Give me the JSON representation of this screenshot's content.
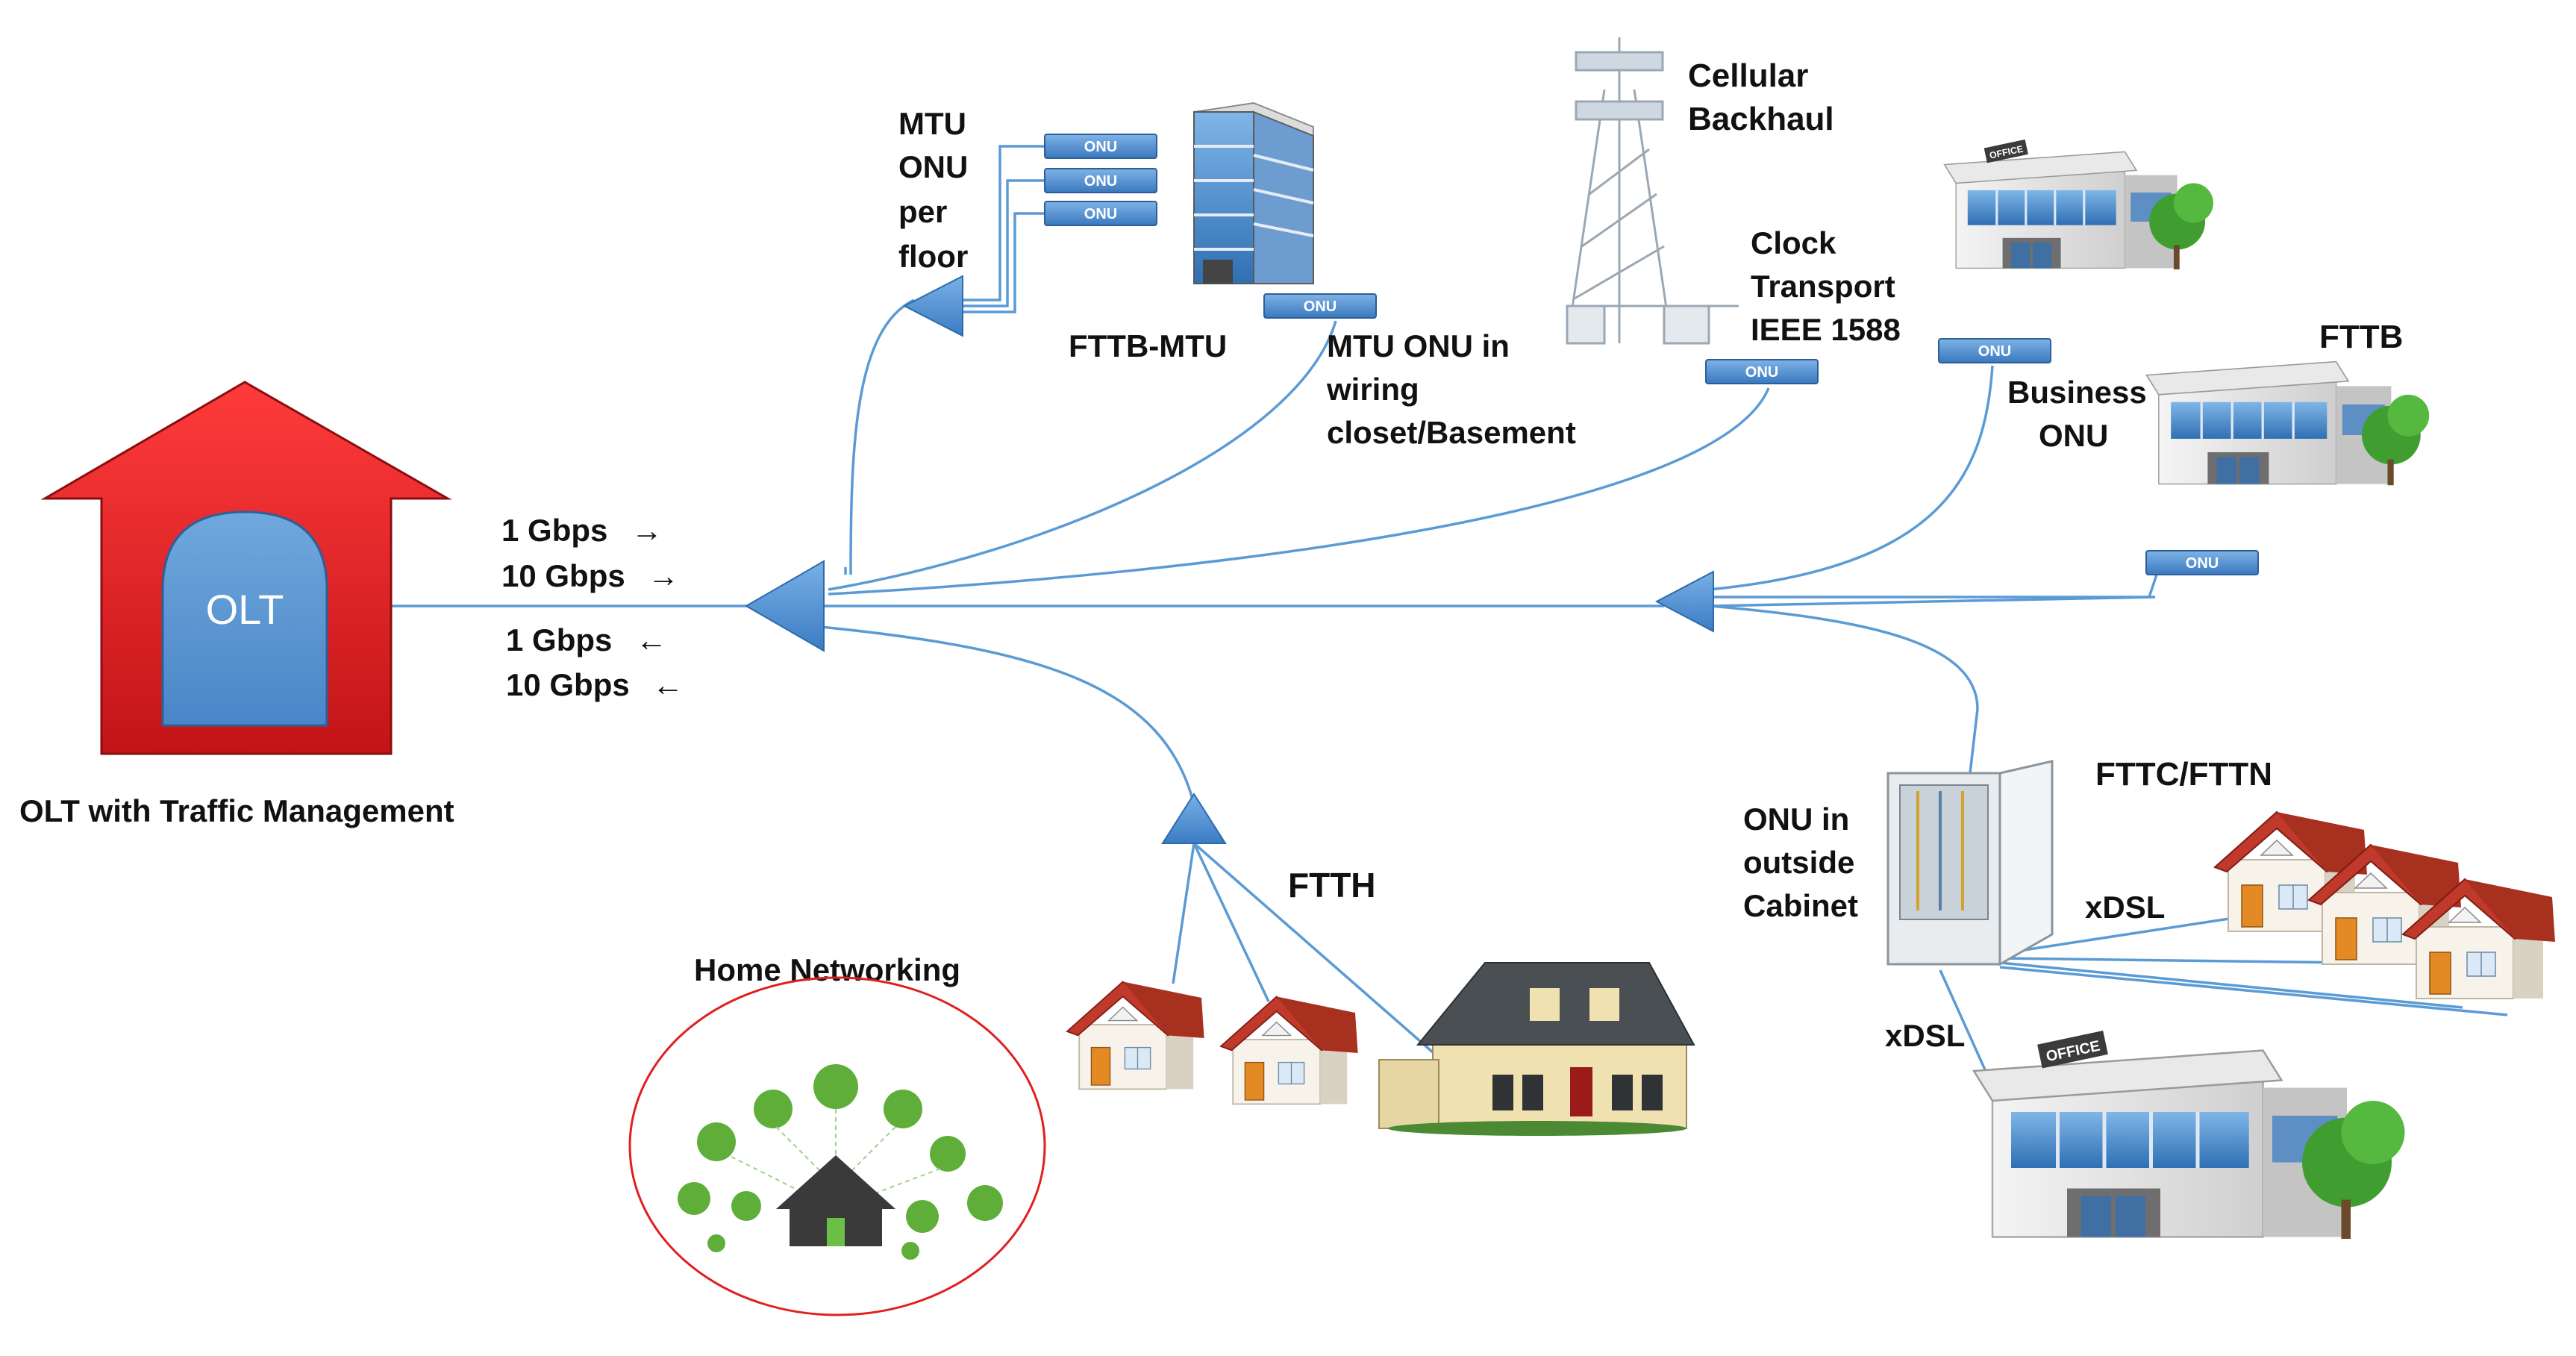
{
  "olt": {
    "label": "OLT",
    "caption": "OLT with Traffic Management",
    "colors": {
      "house": "#e21c23",
      "door": "#5b9bd5"
    }
  },
  "rates": {
    "downstream": [
      "1 Gbps",
      "10 Gbps"
    ],
    "upstream": [
      "1 Gbps",
      "10 Gbps"
    ],
    "downstream_arrow": "→",
    "upstream_arrow": "←"
  },
  "mtu": {
    "floor_label": [
      "MTU",
      "ONU",
      "per",
      "floor"
    ],
    "building_label": "FTTB-MTU",
    "basement_label": [
      "MTU ONU in",
      "wiring",
      "closet/Basement"
    ]
  },
  "cellular": {
    "label": [
      "Cellular",
      "Backhaul"
    ],
    "clock_label": [
      "Clock",
      "Transport",
      "IEEE 1588"
    ]
  },
  "fttb": {
    "label": "FTTB",
    "business_label": [
      "Business",
      "ONU"
    ]
  },
  "ftth": {
    "label": "FTTH",
    "home_networking": "Home Networking"
  },
  "fttc": {
    "label": "FTTC/FTTN",
    "cabinet_label": [
      "ONU in",
      "outside",
      "Cabinet"
    ],
    "xdsl_houses": "xDSL",
    "xdsl_office": "xDSL"
  },
  "onu_badge": "ONU",
  "office_sign": "OFFICE",
  "colors": {
    "fiber": "#5b9bd5",
    "onu_fill": "#4a86c8",
    "glass": "#4f8fd0",
    "roof": "#c0392b",
    "tree": "#3f9e2f",
    "home_network": "#5fae3a",
    "ring": "#e02020"
  }
}
